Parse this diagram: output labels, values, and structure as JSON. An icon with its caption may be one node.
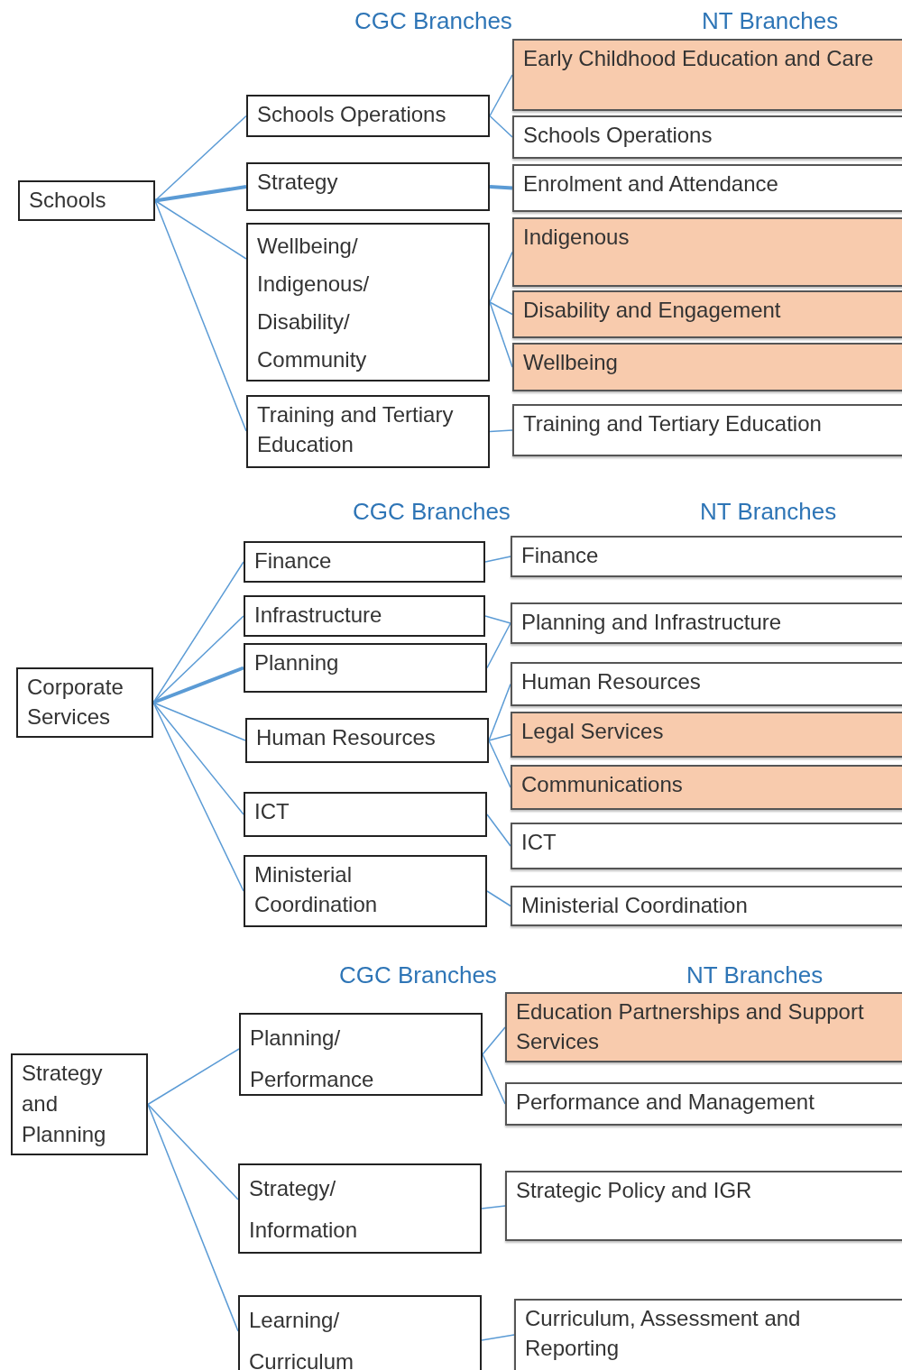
{
  "diagram": {
    "nodes": [
      {
        "text": [
          "Schools"
        ]
      },
      {
        "text": [
          "Schools Operations"
        ]
      },
      {
        "text": [
          "Strategy"
        ]
      },
      {
        "text": [
          "Wellbeing/ Indigenous/ Disability/ Community"
        ]
      },
      {
        "text": [
          "Training and Tertiary Education"
        ]
      },
      {
        "text": [
          "Early Childhood Education and Care"
        ]
      },
      {
        "text": [
          "Schools Operations"
        ]
      },
      {
        "text": [
          "Enrolment and Attendance"
        ]
      },
      {
        "text": [
          "Indigenous"
        ]
      },
      {
        "text": [
          "Disability and Engagement"
        ]
      },
      {
        "text": [
          "Wellbeing"
        ]
      },
      {
        "text": [
          "Training and Tertiary Education"
        ]
      },
      {
        "text": [
          "Corporate Services"
        ]
      },
      {
        "text": [
          "Finance"
        ]
      },
      {
        "text": [
          "Infrastructure"
        ]
      },
      {
        "text": [
          "Planning"
        ]
      },
      {
        "text": [
          "Human Resources"
        ]
      },
      {
        "text": [
          "ICT"
        ]
      },
      {
        "text": [
          "Ministerial Coordination"
        ]
      },
      {
        "text": [
          "Finance"
        ]
      },
      {
        "text": [
          "Planning and Infrastructure"
        ]
      },
      {
        "text": [
          "Human Resources"
        ]
      },
      {
        "text": [
          "Legal Services"
        ]
      },
      {
        "text": [
          "Communications"
        ]
      },
      {
        "text": [
          "ICT"
        ]
      },
      {
        "text": [
          "Ministerial Coordination"
        ]
      },
      {
        "text": [
          "Strategy and Planning"
        ]
      },
      {
        "text": [
          "Planning/ Performance"
        ]
      },
      {
        "text": [
          "Strategy/ Information"
        ]
      },
      {
        "text": [
          "Learning/ Curriculum"
        ]
      },
      {
        "text": [
          "Education Partnerships and Support Services"
        ]
      },
      {
        "text": [
          "Performance and Management"
        ]
      },
      {
        "text": [
          "Strategic Policy and IGR"
        ]
      },
      {
        "text": [
          "Curriculum, Assessment and Reporting"
        ]
      }
    ],
    "edges": [
      {
        "from": 0,
        "to": 1,
        "arrow": "none"
      },
      {
        "from": 0,
        "to": 2,
        "arrow": "none",
        "style": "thick"
      },
      {
        "from": 0,
        "to": 3,
        "arrow": "none"
      },
      {
        "from": 0,
        "to": 4,
        "arrow": "none"
      },
      {
        "from": 1,
        "to": 5,
        "arrow": "none"
      },
      {
        "from": 1,
        "to": 6,
        "arrow": "none"
      },
      {
        "from": 2,
        "to": 7,
        "arrow": "none",
        "style": "thick"
      },
      {
        "from": 3,
        "to": 8,
        "arrow": "none"
      },
      {
        "from": 3,
        "to": 9,
        "arrow": "none"
      },
      {
        "from": 3,
        "to": 10,
        "arrow": "none"
      },
      {
        "from": 4,
        "to": 11,
        "arrow": "none"
      },
      {
        "from": 12,
        "to": 13,
        "arrow": "none"
      },
      {
        "from": 12,
        "to": 14,
        "arrow": "none"
      },
      {
        "from": 12,
        "to": 15,
        "arrow": "none",
        "style": "thick"
      },
      {
        "from": 12,
        "to": 16,
        "arrow": "none"
      },
      {
        "from": 12,
        "to": 17,
        "arrow": "none"
      },
      {
        "from": 12,
        "to": 18,
        "arrow": "none"
      },
      {
        "from": 13,
        "to": 19,
        "arrow": "none"
      },
      {
        "from": 14,
        "to": 20,
        "arrow": "none"
      },
      {
        "from": 15,
        "to": 20,
        "arrow": "none"
      },
      {
        "from": 16,
        "to": 21,
        "arrow": "none"
      },
      {
        "from": 16,
        "to": 22,
        "arrow": "none"
      },
      {
        "from": 16,
        "to": 23,
        "arrow": "none"
      },
      {
        "from": 17,
        "to": 24,
        "arrow": "none"
      },
      {
        "from": 18,
        "to": 25,
        "arrow": "none"
      },
      {
        "from": 26,
        "to": 27,
        "arrow": "none"
      },
      {
        "from": 26,
        "to": 28,
        "arrow": "none"
      },
      {
        "from": 26,
        "to": 29,
        "arrow": "none"
      },
      {
        "from": 27,
        "to": 30,
        "arrow": "none"
      },
      {
        "from": 27,
        "to": 31,
        "arrow": "none"
      },
      {
        "from": 28,
        "to": 32,
        "arrow": "none"
      },
      {
        "from": 29,
        "to": 33,
        "arrow": "none"
      }
    ],
    "labels": [
      "CGC Branches",
      "NT Branches",
      "CGC Branches",
      "NT Branches",
      "CGC Branches",
      "NT Branches"
    ]
  }
}
